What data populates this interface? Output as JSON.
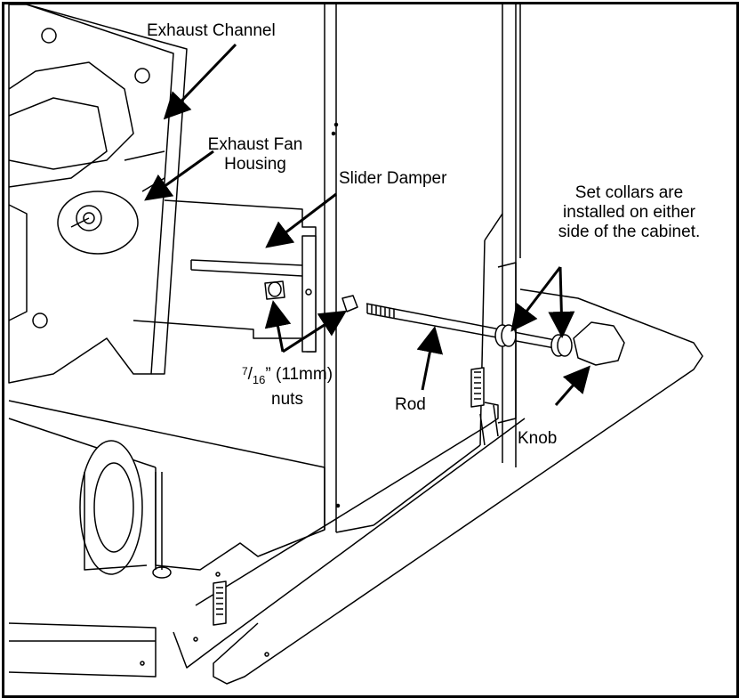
{
  "labels": {
    "exhaust_channel": "Exhaust Channel",
    "exhaust_fan_line1": "Exhaust Fan",
    "exhaust_fan_line2": "Housing",
    "slider_damper": "Slider Damper",
    "set_collars_line1": "Set collars are",
    "set_collars_line2": "installed on either",
    "set_collars_line3": "side of the cabinet.",
    "nuts_numerator": "7",
    "nuts_denominator": "16",
    "nuts_rest": "” (11mm)",
    "nuts_line2": "nuts",
    "rod": "Rod",
    "knob": "Knob"
  },
  "colors": {
    "line": "#000000",
    "fill": "#ffffff",
    "shade": "#d9d9d9"
  }
}
